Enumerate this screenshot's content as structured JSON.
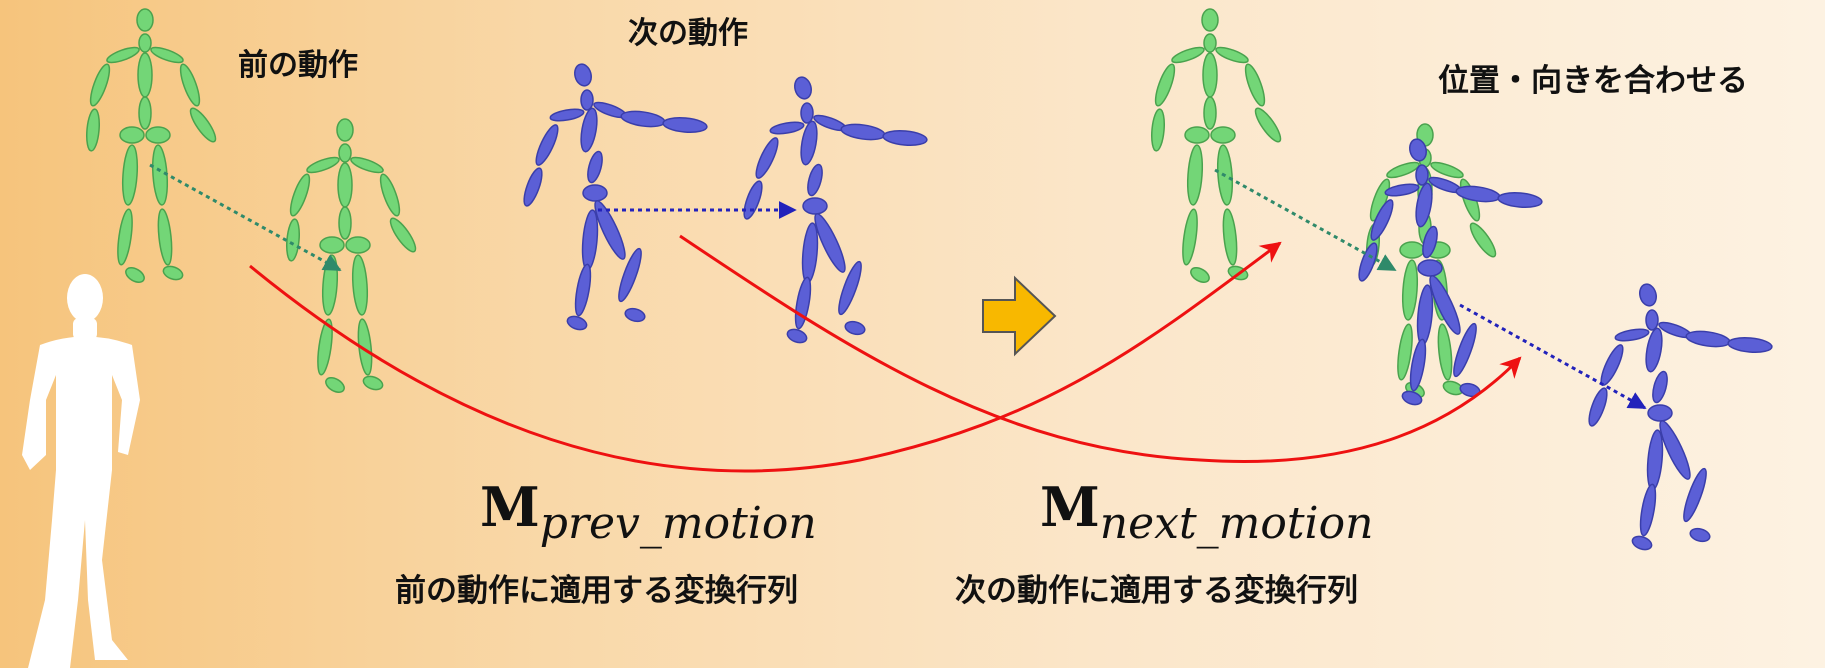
{
  "labels": {
    "prev_motion": "前の動作",
    "next_motion": "次の動作",
    "align": "位置・向きを合わせる"
  },
  "matrices": {
    "prev": {
      "symbol": "M",
      "subscript": "prev_motion",
      "caption": "前の動作に適用する変換行列"
    },
    "next": {
      "symbol": "M",
      "subscript": "next_motion",
      "caption": "次の動作に適用する変換行列"
    }
  },
  "colors": {
    "green_figure": "#73d677",
    "green_outline": "#4aa24e",
    "blue_figure": "#5b5fd6",
    "blue_outline": "#3a3eaa",
    "arrow_red": "#ee1111",
    "dotted_green": "#2f8a6a",
    "dotted_blue": "#2222bb",
    "block_arrow": "#f8b800"
  }
}
